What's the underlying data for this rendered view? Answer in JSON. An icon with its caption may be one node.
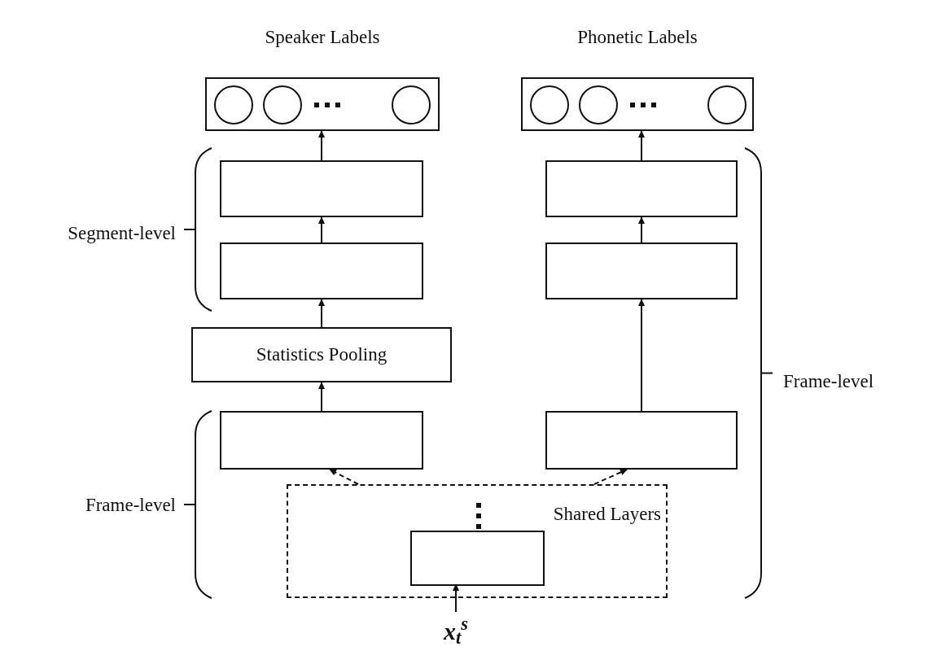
{
  "diagram": {
    "nodes": [
      {
        "text": [
          "Speaker Labels"
        ]
      },
      {
        "text": [
          "Phonetic Labels"
        ]
      },
      {
        "text": [],
        "shape": "box"
      },
      {
        "text": [],
        "shape": "box"
      },
      {
        "text": [
          "Statistics Pooling"
        ]
      },
      {
        "text": [],
        "shape": "box"
      },
      {
        "text": [],
        "shape": "box"
      },
      {
        "text": [],
        "shape": "box"
      },
      {
        "text": [],
        "shape": "box"
      },
      {
        "text": [
          "Shared Layers"
        ]
      },
      {
        "text": [],
        "shape": "box",
        "in": 9
      },
      {
        "text": [
          "*x*$_{t}$$^{s}$"
        ]
      }
    ],
    "edges": [
      {
        "from": 11,
        "to": 10,
        "arrow": "to"
      },
      {
        "from": 9,
        "to": 5,
        "arrow": "to",
        "style": "dashed"
      },
      {
        "from": 9,
        "to": 8,
        "arrow": "to",
        "style": "dashed"
      },
      {
        "from": 5,
        "to": 4,
        "arrow": "to"
      },
      {
        "from": 4,
        "to": 3,
        "arrow": "to"
      },
      {
        "from": 3,
        "to": 2,
        "arrow": "to"
      },
      {
        "from": 2,
        "to": 0,
        "arrow": "to"
      },
      {
        "from": 8,
        "to": 7,
        "arrow": "to"
      },
      {
        "from": 7,
        "to": 6,
        "arrow": "to"
      },
      {
        "from": 6,
        "to": 1,
        "arrow": "to"
      }
    ],
    "labels": [
      "Segment-level",
      "Frame-level",
      "Frame-level"
    ]
  }
}
